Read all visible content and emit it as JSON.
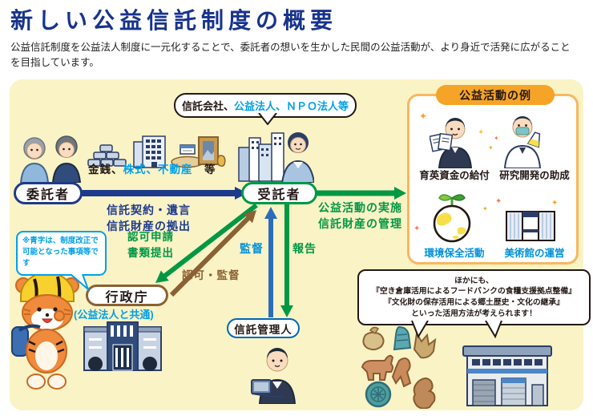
{
  "header": {
    "title": "新しい公益信託制度の概要",
    "subtitle": "公益信託制度を公益法人制度に一元化することで、委託者の想いを生かした民間の公益活動が、より身近で活発に広がることを目指しています。"
  },
  "bubble_trustee": {
    "prefix": "信託会社、",
    "highlight": "公益法人、ＮＰＯ法人等"
  },
  "assets_caption": {
    "part1": "金銭、",
    "part2": "株式、不動産",
    "part3": "　等"
  },
  "nodes": {
    "settlor": "委託者",
    "trustee": "受託者",
    "authority": "行政庁",
    "authority_note": "(公益法人と共通)",
    "trust_manager": "信託管理人"
  },
  "labels": {
    "contract": "信託契約・遺言",
    "contribution": "信託財産の拠出",
    "activity1": "公益活動の実施",
    "activity2": "信託財産の管理",
    "apply1": "認可申請",
    "apply2": "書類提出",
    "approve_supervise": "認可・監督",
    "supervise": "監督",
    "report": "報告"
  },
  "note_bubble": "※青字は、制度改正で可能となった事項等です",
  "examples": {
    "title": "公益活動の例",
    "items": [
      {
        "label": "育英資金の給付"
      },
      {
        "label": "研究開発の助成"
      },
      {
        "label": "環境保全活動"
      },
      {
        "label": "美術館の運営"
      }
    ]
  },
  "more_bubble": {
    "line1": "ほかにも、",
    "line2": "『空き倉庫活用によるフードバンクの食糧支援拠点整備』",
    "line3": "『文化財の保存活用による郷土歴史・文化の継承』",
    "line4": "といった活用方法が考えられます！"
  },
  "colors": {
    "title_navy": "#17338C",
    "accent_blue": "#00A0E9",
    "arrow_navy": "#1E3A8C",
    "green": "#009844",
    "brown": "#8A6134",
    "supervise_blue": "#2A6EBB",
    "panel_yellow": "#FAF3C5",
    "orange": "#F5A428",
    "panel_border_orange": "#F8B75E",
    "text_black": "#231815"
  }
}
